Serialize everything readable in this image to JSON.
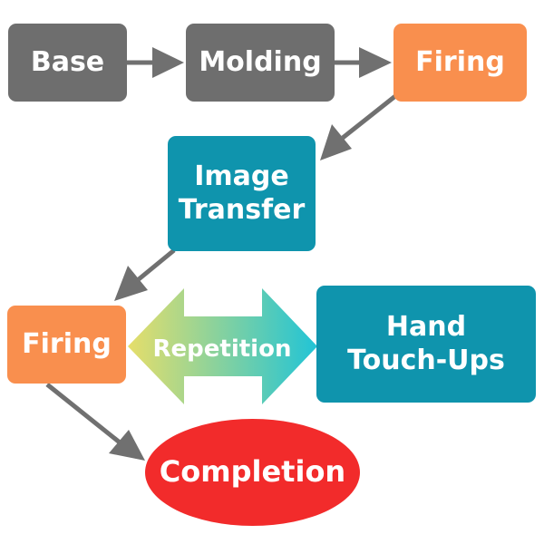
{
  "diagram": {
    "nodes": {
      "base": "Base",
      "molding": "Molding",
      "firing_top": "Firing",
      "image_transfer_line1": "Image",
      "image_transfer_line2": "Transfer",
      "firing_bottom": "Firing",
      "hand_touchups_line1": "Hand",
      "hand_touchups_line2": "Touch-Ups",
      "completion": "Completion"
    },
    "cycle_label": "Repetition",
    "colors": {
      "grey": "#6e6e6e",
      "orange": "#f98f4e",
      "teal": "#0f94ad",
      "red": "#f22b2b",
      "arrow": "#707070",
      "cycle_gradient_start": "#e6de6a",
      "cycle_gradient_end": "#21c4d6"
    }
  }
}
